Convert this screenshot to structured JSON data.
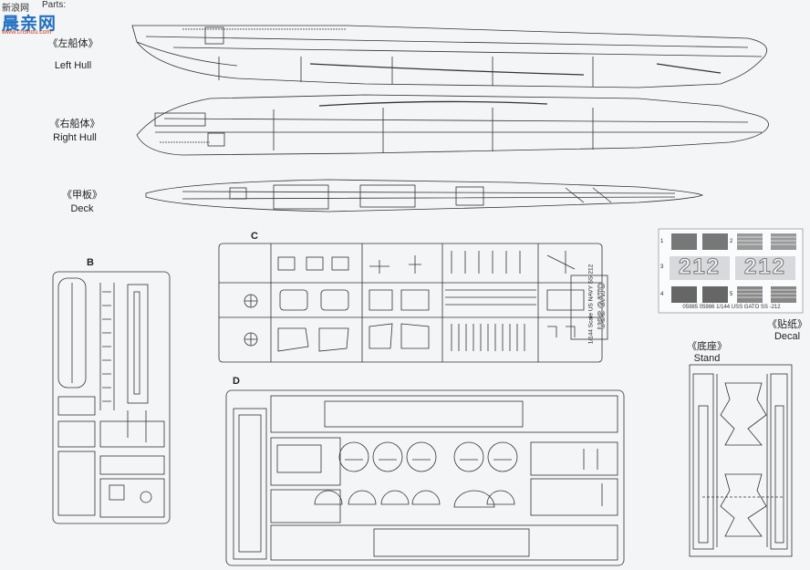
{
  "watermark": {
    "site_name": "新浪网",
    "parts_heading": "Parts:",
    "brand": "晨亲网",
    "url": "www.cnshou.com"
  },
  "hull_labels": [
    {
      "cn": "《左船体》",
      "en": "Left Hull"
    },
    {
      "cn": "《右船体》",
      "en": "Right Hull"
    },
    {
      "cn": "《甲板》",
      "en": "Deck"
    }
  ],
  "sprues": {
    "b": "B",
    "c": "C",
    "d": "D"
  },
  "decal": {
    "number_left": "212",
    "number_right": "212",
    "vertical_text": "1/144 Scale US NAVY SS-212",
    "vertical_title": "USS GATO",
    "bottom_line": "05985  05986  1/144  USS  GATO SS -212",
    "cn": "《贴纸》",
    "en": "Decal",
    "numbers": [
      "1",
      "2",
      "3",
      "4",
      "5"
    ]
  },
  "stand": {
    "cn": "《底座》",
    "en": "Stand"
  }
}
